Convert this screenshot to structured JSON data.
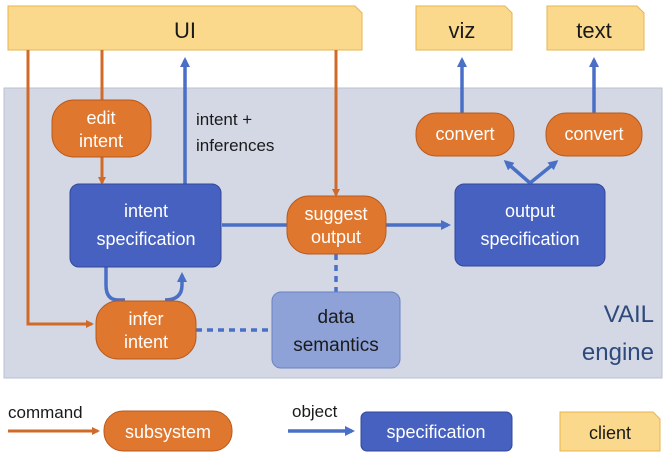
{
  "colors": {
    "orange": "#d06a28",
    "orange_fill": "#e0772e",
    "blue": "#4a6fc7",
    "blue_fill": "#4661bf",
    "light_blue_fill": "#8ea2d8",
    "engine_bg": "#d3d8e4",
    "client_fill": "#fbd98c",
    "client_stroke": "#e8b44e"
  },
  "clients": {
    "ui": "UI",
    "viz": "viz",
    "text": "text"
  },
  "engine": {
    "line1": "VAIL",
    "line2": "engine"
  },
  "nodes": {
    "edit_intent": [
      "edit",
      "intent"
    ],
    "intent_spec": [
      "intent",
      "specification"
    ],
    "suggest_output": [
      "suggest",
      "output"
    ],
    "output_spec": [
      "output",
      "specification"
    ],
    "convert_left": "convert",
    "convert_right": "convert",
    "infer_intent": [
      "infer",
      "intent"
    ],
    "data_semantics": [
      "data",
      "semantics"
    ]
  },
  "annotations": {
    "intent_inferences": [
      "intent +",
      "inferences"
    ]
  },
  "legend": {
    "command_label": "command",
    "subsystem_label": "subsystem",
    "object_label": "object",
    "specification_label": "specification",
    "client_label": "client"
  }
}
